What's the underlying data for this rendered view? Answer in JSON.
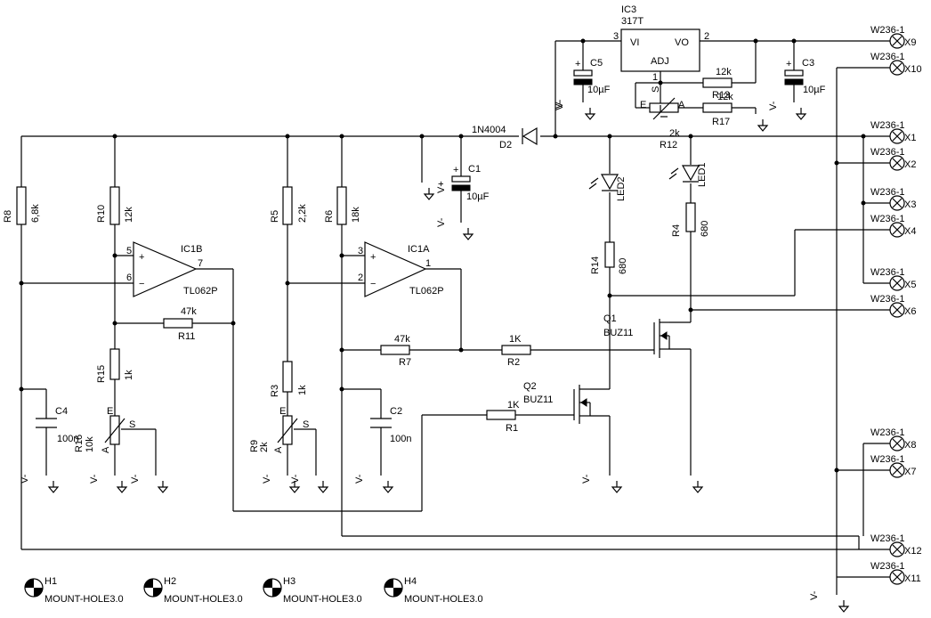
{
  "ic3": {
    "ref": "IC3",
    "value": "317T",
    "pin_vi": "VI",
    "pin_vo": "VO",
    "pin_adj": "ADJ",
    "pin3": "3",
    "pin2": "2",
    "pin1": "1"
  },
  "ic1a": {
    "ref": "IC1A",
    "value": "TL062P",
    "pin_plus": "+",
    "pin_minus": "−",
    "pin3": "3",
    "pin2": "2",
    "pin1": "1"
  },
  "ic1b": {
    "ref": "IC1B",
    "value": "TL062P",
    "pin_plus": "+",
    "pin_minus": "−",
    "pin5": "5",
    "pin6": "6",
    "pin7": "7"
  },
  "d2": {
    "ref": "D2",
    "value": "1N4004"
  },
  "c1": {
    "ref": "C1",
    "value": "10µF",
    "plus": "+"
  },
  "c2": {
    "ref": "C2",
    "value": "100n"
  },
  "c3": {
    "ref": "C3",
    "value": "10µF",
    "plus": "+"
  },
  "c4": {
    "ref": "C4",
    "value": "100n"
  },
  "c5": {
    "ref": "C5",
    "value": "10µF",
    "plus": "+"
  },
  "r1": {
    "ref": "R1",
    "value": "1K"
  },
  "r2": {
    "ref": "R2",
    "value": "1K"
  },
  "r3": {
    "ref": "R3",
    "value": "1k"
  },
  "r4": {
    "ref": "R4",
    "value": "680"
  },
  "r5": {
    "ref": "R5",
    "value": "2,2k"
  },
  "r6": {
    "ref": "R6",
    "value": "18k"
  },
  "r7": {
    "ref": "R7",
    "value": "47k"
  },
  "r8": {
    "ref": "R8",
    "value": "6,8k"
  },
  "r9": {
    "ref": "R9",
    "value": "2k",
    "pin_e": "E",
    "pin_a": "A",
    "pin_s": "S"
  },
  "r10": {
    "ref": "R10",
    "value": "12k"
  },
  "r11": {
    "ref": "R11",
    "value": "47k"
  },
  "r12": {
    "ref": "R12",
    "value": "2k",
    "pin_e": "E",
    "pin_a": "A",
    "pin_s": "S"
  },
  "r13": {
    "ref": "R13",
    "value": "12k"
  },
  "r14": {
    "ref": "R14",
    "value": "680"
  },
  "r15": {
    "ref": "R15",
    "value": "1k"
  },
  "r16": {
    "ref": "R16",
    "value": "10k",
    "pin_e": "E",
    "pin_a": "A",
    "pin_s": "S"
  },
  "r17": {
    "ref": "R17",
    "value": "12k"
  },
  "led1": {
    "ref": "LED1"
  },
  "led2": {
    "ref": "LED2"
  },
  "q1": {
    "ref": "Q1",
    "value": "BUZ11"
  },
  "q2": {
    "ref": "Q2",
    "value": "BUZ11"
  },
  "nets": {
    "vplus": "V+",
    "vminus": "V-"
  },
  "connectors": [
    {
      "part": "W236-1",
      "ref": "X9"
    },
    {
      "part": "W236-1",
      "ref": "X10"
    },
    {
      "part": "W236-1",
      "ref": "X1"
    },
    {
      "part": "W236-1",
      "ref": "X2"
    },
    {
      "part": "W236-1",
      "ref": "X3"
    },
    {
      "part": "W236-1",
      "ref": "X4"
    },
    {
      "part": "W236-1",
      "ref": "X5"
    },
    {
      "part": "W236-1",
      "ref": "X6"
    },
    {
      "part": "W236-1",
      "ref": "X8"
    },
    {
      "part": "W236-1",
      "ref": "X7"
    },
    {
      "part": "W236-1",
      "ref": "X12"
    },
    {
      "part": "W236-1",
      "ref": "X11"
    }
  ],
  "mount_holes": [
    {
      "ref": "H1",
      "value": "MOUNT-HOLE3.0"
    },
    {
      "ref": "H2",
      "value": "MOUNT-HOLE3.0"
    },
    {
      "ref": "H3",
      "value": "MOUNT-HOLE3.0"
    },
    {
      "ref": "H4",
      "value": "MOUNT-HOLE3.0"
    }
  ]
}
